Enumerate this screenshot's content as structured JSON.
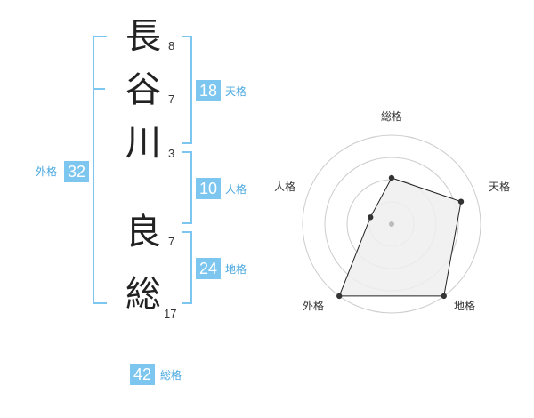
{
  "name": {
    "characters": [
      {
        "char": "長",
        "strokes": "8"
      },
      {
        "char": "谷",
        "strokes": "7"
      },
      {
        "char": "川",
        "strokes": "3"
      },
      {
        "char": "良",
        "strokes": "7"
      },
      {
        "char": "総",
        "strokes": "17"
      }
    ]
  },
  "fortunes": {
    "tenkaku": {
      "label": "天格",
      "value": "18"
    },
    "jinkaku": {
      "label": "人格",
      "value": "10"
    },
    "chikaku": {
      "label": "地格",
      "value": "24"
    },
    "gaikaku": {
      "label": "外格",
      "value": "32"
    },
    "soukaku": {
      "label": "総格",
      "value": "42"
    }
  },
  "radar": {
    "axes": [
      "総格",
      "天格",
      "地格",
      "外格",
      "人格"
    ],
    "levels": 4,
    "values": [
      0.52,
      0.82,
      1.0,
      1.0,
      0.25
    ],
    "fill_color": "#eeeeee",
    "line_color": "#222222",
    "grid_color": "#cccccc"
  },
  "colors": {
    "accent": "#7cc6ef",
    "accent_text": "#4aa8e0"
  }
}
